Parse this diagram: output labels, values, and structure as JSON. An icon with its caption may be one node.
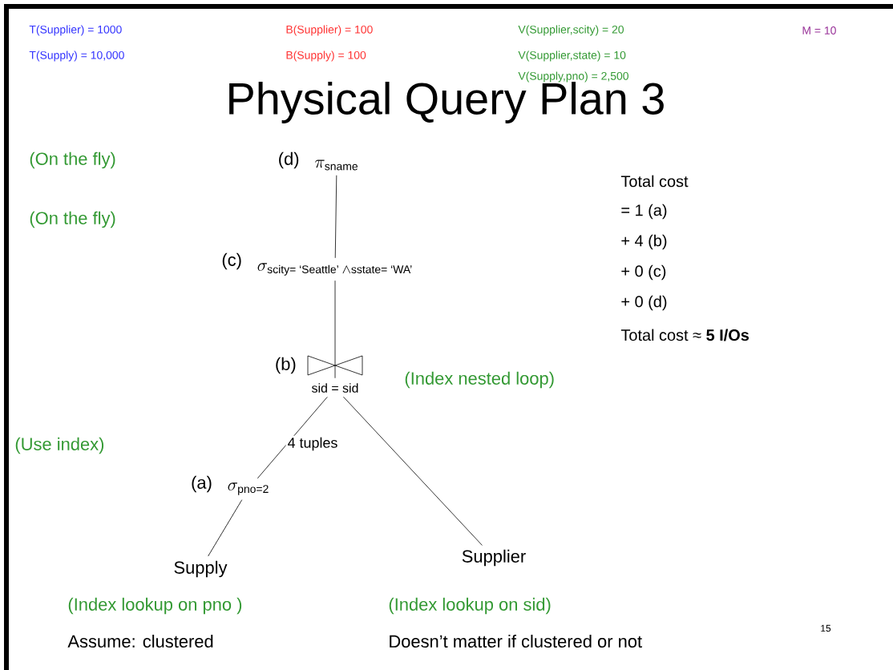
{
  "diagram": {
    "title": "Physical Query Plan 3",
    "nodes": [
      {
        "text": [
          "\\pi_{\\mbox{\\scriptsize sname}}"
        ],
        "beside": [
          "(d)"
        ]
      },
      {
        "text": [
          "\\sigma_{\\mbox{\\scriptsize scity= ‘Seattle’ }\\wedge\\mbox{\\scriptsize sstate= ‘WA’}}"
        ],
        "beside": [
          "(c)"
        ]
      },
      {
        "text": [
          "sid = sid"
        ],
        "beside": [
          "(b)"
        ]
      },
      {
        "text": [
          "\\sigma_{\\mbox{\\scriptsize pno=2}}"
        ],
        "beside": [
          "(a)"
        ]
      },
      {
        "text": [
          "Supply"
        ]
      },
      {
        "text": [
          "Supplier"
        ]
      }
    ],
    "edges": [
      {
        "from": 0,
        "to": 1,
        "arrow": "none"
      },
      {
        "from": 1,
        "to": 2,
        "arrow": "none"
      },
      {
        "from": 2,
        "to": 3,
        "arrow": "none",
        "label": "4 tuples"
      },
      {
        "from": 2,
        "to": 5,
        "arrow": "none"
      },
      {
        "from": 3,
        "to": 4,
        "arrow": "none"
      }
    ],
    "labels": [
      "T(Supplier) = 1000",
      "T(Supply) = 10,000",
      "B(Supplier) = 100",
      "B(Supply) = 100",
      "V(Supplier,scity) = 20",
      "V(Supplier,state) = 10",
      "V(Supply,pno) = 2,500",
      "M = 10",
      "(On the fly)",
      "(On the fly)",
      "Total cost",
      "= 1 (a)",
      "+ 4 (b)",
      "+ 0 (c)",
      "+ 0 (d)",
      "Total cost  ≈  **5 I/Os**",
      "(Index nested loop)",
      "(Use index)",
      "(Index lookup on pno )",
      "Assume: clustered",
      "(Index lookup on sid)",
      "Doesn’t matter if clustered or not",
      "15"
    ]
  }
}
